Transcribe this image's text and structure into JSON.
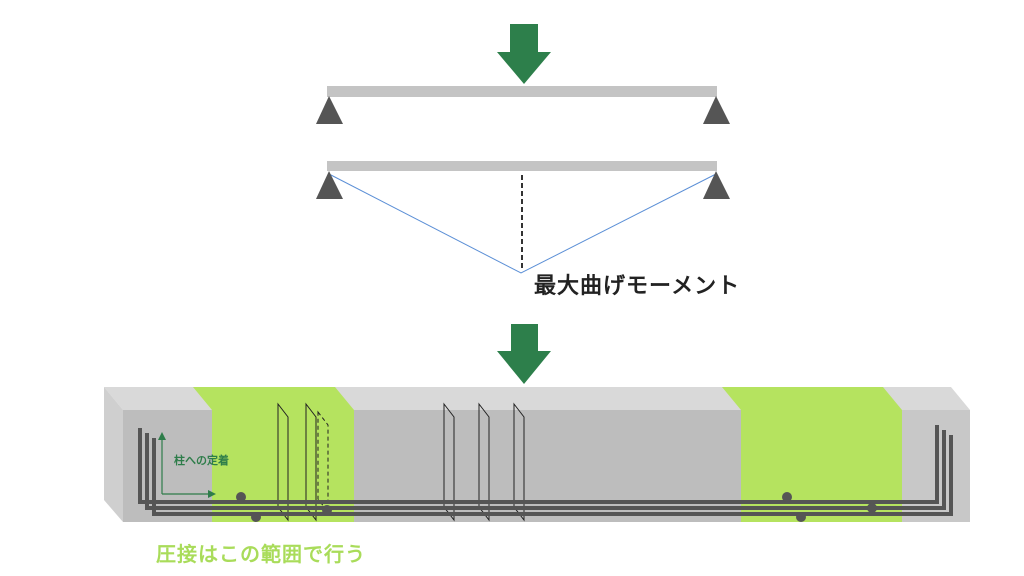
{
  "labels": {
    "max_moment": "最大曲げモーメント",
    "anchorage": "柱への定着",
    "splice_range": "圧接はこの範囲で行う"
  },
  "colors": {
    "arrow": "#2d7f4b",
    "beam": "#c4c4c4",
    "support": "#555555",
    "moment_line": "#5b8fd6",
    "splice_zone": "#b5e35f",
    "rebar": "#555555",
    "anchor_arrow": "#2e7d4a"
  },
  "icons": {
    "load_arrow": "down-arrow-icon",
    "support": "triangle-support-icon"
  }
}
